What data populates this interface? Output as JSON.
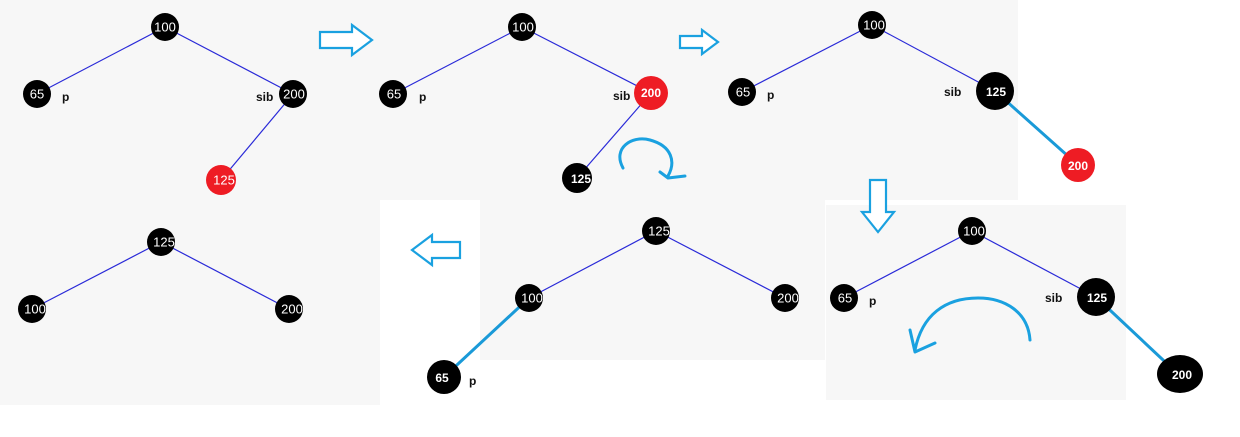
{
  "nodes": {
    "n100": "100",
    "n65": "65",
    "n200": "200",
    "n125": "125"
  },
  "tags": {
    "p": "p",
    "sib": "sib"
  },
  "colors": {
    "black": "#000000",
    "red": "#ee1c24",
    "arrow": "#1aa1e0",
    "edge": "#2a2ad8"
  }
}
